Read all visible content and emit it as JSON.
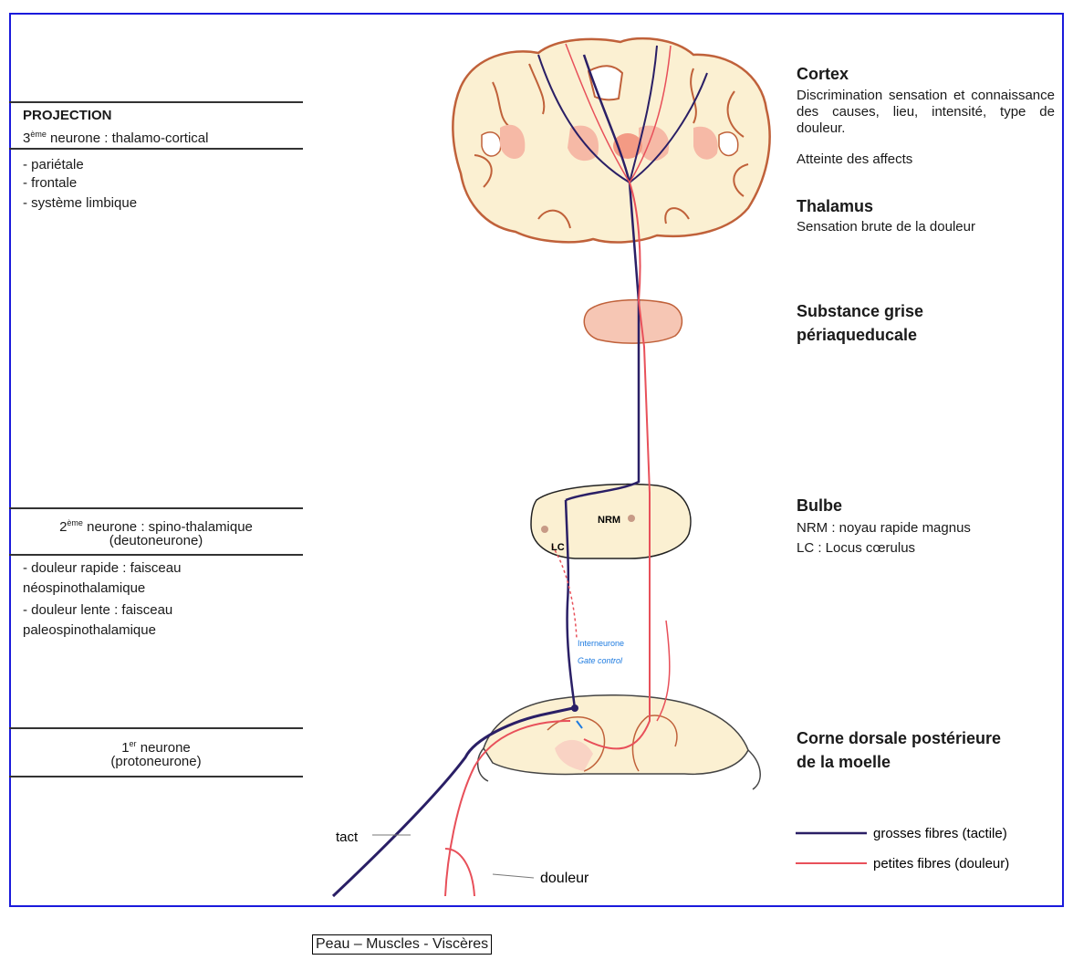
{
  "left": {
    "projection_title": "PROJECTION",
    "neuron3_num": "3",
    "neuron3_sup": "ème",
    "neuron3_text": " neurone : thalamo-cortical",
    "projection_items": [
      "- pariétale",
      "- frontale",
      "- système limbique"
    ],
    "neuron2_num": "2",
    "neuron2_sup": "ème",
    "neuron2_text": " neurone : spino-thalamique",
    "neuron2_sub": "(deutoneurone)",
    "neuron2_items": [
      "- douleur rapide : faisceau",
      "néospinothalamique",
      "- douleur lente : faisceau",
      "paleospinothalamique"
    ],
    "neuron1_num": "1",
    "neuron1_sup": "er",
    "neuron1_text": " neurone",
    "neuron1_sub": "(protoneurone)"
  },
  "right": {
    "cortex_title": "Cortex",
    "cortex_desc": "Discrimination sensation et connaissance des causes, lieu, intensité, type de douleur.",
    "cortex_desc2": "Atteinte des affects",
    "thalamus_title": "Thalamus",
    "thalamus_desc": "Sensation brute de la douleur",
    "sgp_title_1": "Substance grise",
    "sgp_title_2": "périaqueducale",
    "bulbe_title": "Bulbe",
    "bulbe_desc_1": "NRM : noyau rapide magnus",
    "bulbe_desc_2": "LC : Locus cœrulus",
    "corne_title_1": "Corne dorsale postérieure",
    "corne_title_2": "de la moelle"
  },
  "diagram": {
    "nrm_label": "NRM",
    "lc_label": "LC",
    "interneurone_label": "Interneurone",
    "gate_label": "Gate control",
    "tact_label": "tact",
    "douleur_label": "douleur"
  },
  "legend": {
    "large_fibers": "grosses fibres (tactile)",
    "small_fibers": "petites fibres (douleur)"
  },
  "caption": "Peau – Muscles - Viscères",
  "colors": {
    "frame": "#1a1adc",
    "tissue": "#fbf0d2",
    "tissue_outline": "#c0613a",
    "large_fiber": "#2a1f66",
    "small_fiber": "#e8505a",
    "interneurone_text": "#1e7be0",
    "pink_region": "#f6b9a6"
  }
}
